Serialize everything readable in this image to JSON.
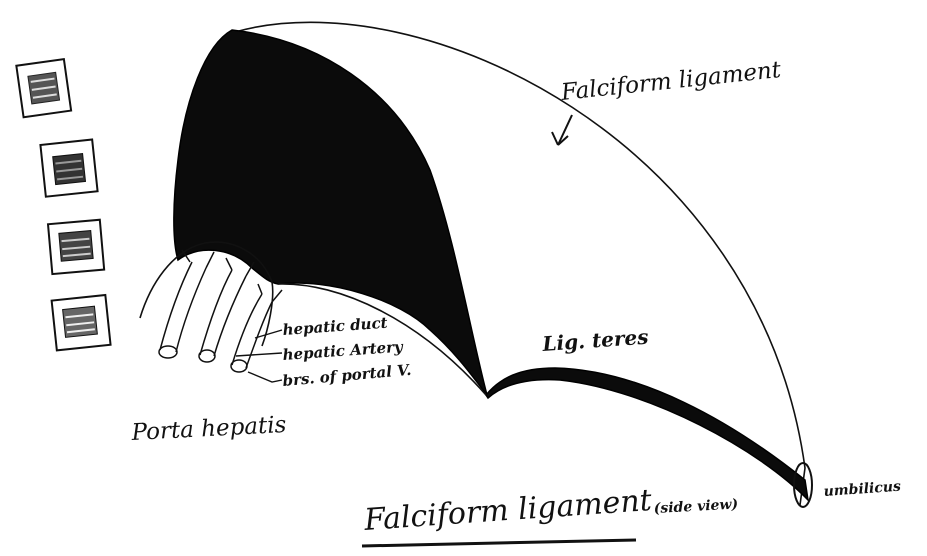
{
  "labels": {
    "falciform_ligament": "Falciform ligament",
    "lig_teres": "Lig. teres",
    "hepatic_duct": "hepatic duct",
    "hepatic_artery": "hepatic Artery",
    "portal_vein": "brs. of portal V.",
    "porta_hepatis": "Porta hepatis",
    "umbilicus": "umbilicus"
  },
  "caption": {
    "title": "Falciform ligament",
    "subtitle": "(side view)"
  },
  "icons": [
    "scribble-square-icon",
    "scribble-square-icon",
    "scribble-square-icon",
    "scribble-square-icon"
  ]
}
